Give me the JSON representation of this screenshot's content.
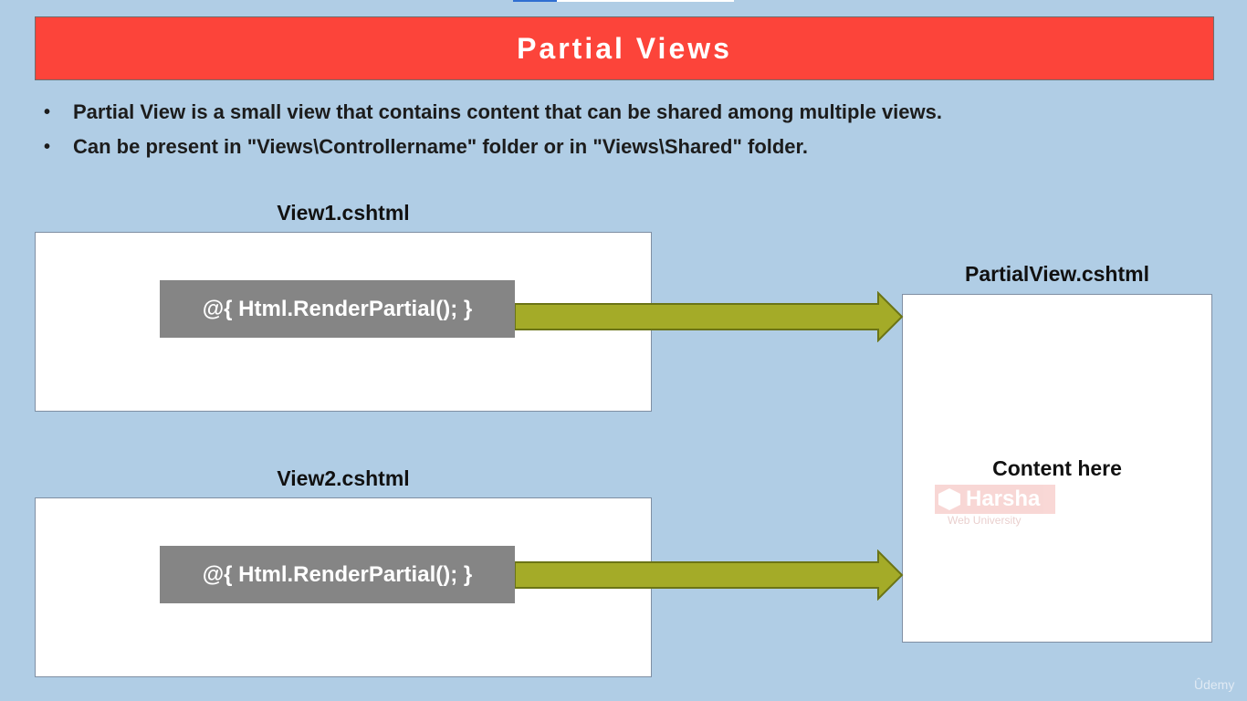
{
  "title": "Partial Views",
  "bullets": [
    "Partial View is a small view that contains content that can be shared among multiple views.",
    "Can be present in \"Views\\Controllername\" folder or in \"Views\\Shared\" folder."
  ],
  "bullet_glyph": "•",
  "view1": {
    "label": "View1.cshtml",
    "code": "@{ Html.RenderPartial(); }"
  },
  "view2": {
    "label": "View2.cshtml",
    "code": "@{ Html.RenderPartial(); }"
  },
  "partial": {
    "label": "PartialView.cshtml",
    "content": "Content here"
  },
  "watermark": {
    "name": "Harsha",
    "sub": "Web University"
  },
  "brand": "Ûdemy",
  "colors": {
    "background": "#b0cde5",
    "title_bar": "#fc443a",
    "code_box": "#858585",
    "arrow": "#a4ab28"
  }
}
